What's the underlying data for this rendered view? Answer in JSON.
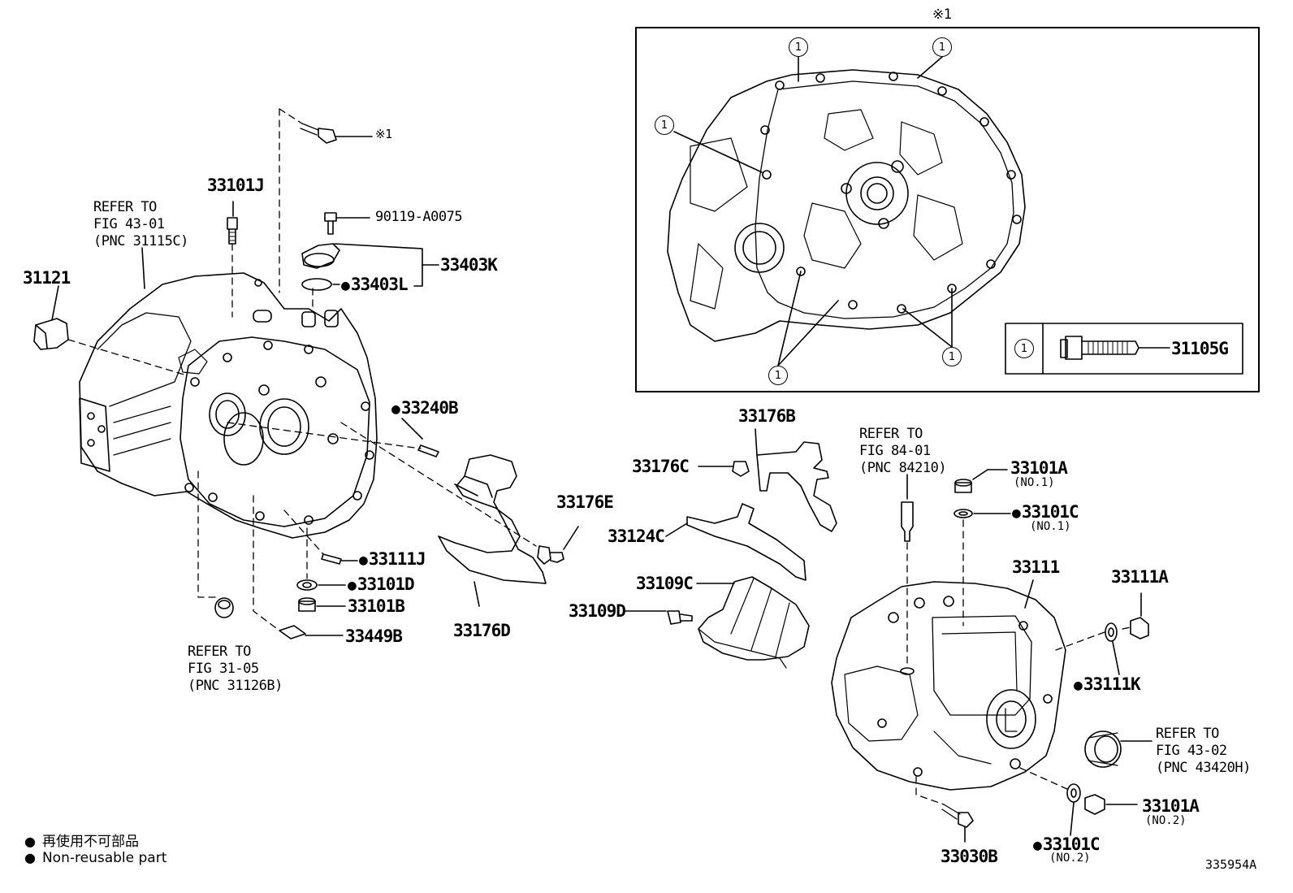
{
  "inset": {
    "marker": "※1",
    "key_symbol": "1",
    "key_part": "31105G"
  },
  "parts": {
    "p33101J": "33101J",
    "p31121": "31121",
    "p90119": "90119-A0075",
    "p33403K": "33403K",
    "p33403L": "33403L",
    "p33240B": "33240B",
    "p33176E": "33176E",
    "p33111J": "33111J",
    "p33101D": "33101D",
    "p33101B": "33101B",
    "p33449B": "33449B",
    "p33176D": "33176D",
    "p33176B": "33176B",
    "p33176C": "33176C",
    "p33124C": "33124C",
    "p33109C": "33109C",
    "p33109D": "33109D",
    "p33101A_1": "33101A",
    "p33101A_1_no": "(NO.1)",
    "p33101C_1": "33101C",
    "p33101C_1_no": "(NO.1)",
    "p33111": "33111",
    "p33111A": "33111A",
    "p33111K": "33111K",
    "p33101A_2": "33101A",
    "p33101A_2_no": "(NO.2)",
    "p33101C_2": "33101C",
    "p33101C_2_no": "(NO.2)",
    "p33030B": "33030B",
    "bolt_ref": "※1"
  },
  "refs": {
    "r1": [
      "REFER TO",
      "FIG 43-01",
      "(PNC 31115C)"
    ],
    "r2": [
      "REFER TO",
      "FIG 31-05",
      "(PNC 31126B)"
    ],
    "r3": [
      "REFER TO",
      "FIG 84-01",
      "(PNC 84210)"
    ],
    "r4": [
      "REFER TO",
      "FIG 43-02",
      "(PNC 43420H)"
    ]
  },
  "legend": {
    "bullet": "●",
    "line_jp": "再使用不可部品",
    "line_en": "Non-reusable part"
  },
  "figure_number": "335954A"
}
